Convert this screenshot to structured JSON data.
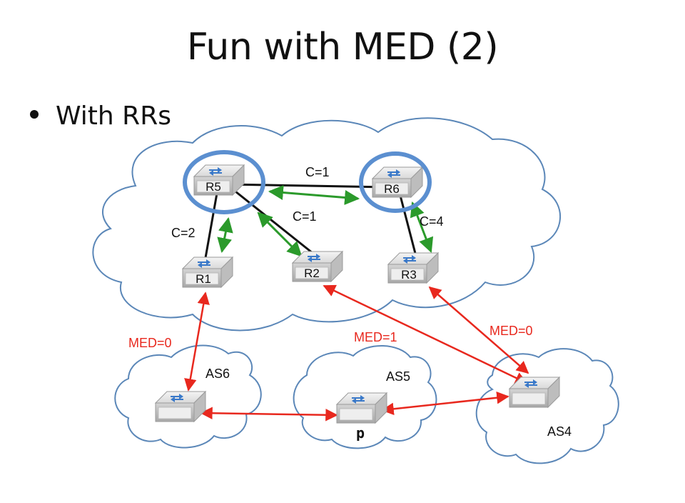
{
  "title": "Fun with MED (2)",
  "bullet": "With RRs",
  "routers": {
    "r5": "R5",
    "r6": "R6",
    "r1": "R1",
    "r2": "R2",
    "r3": "R3",
    "p": "p"
  },
  "as_labels": {
    "as6": "AS6",
    "as5": "AS5",
    "as4": "AS4"
  },
  "costs": {
    "r5_r6": "C=1",
    "r5_r2": "C=1",
    "r5_r1": "C=2",
    "r6_r3": "C=4"
  },
  "meds": {
    "r1_as6": "MED=0",
    "r2_as4": "MED=1",
    "r3_as4": "MED=0"
  },
  "colors": {
    "ibgp_arrow": "#2b9a2b",
    "ebgp_arrow": "#e8281e",
    "rr_ring": "#5b8fd0",
    "cloud_outline": "#5b87b8"
  }
}
